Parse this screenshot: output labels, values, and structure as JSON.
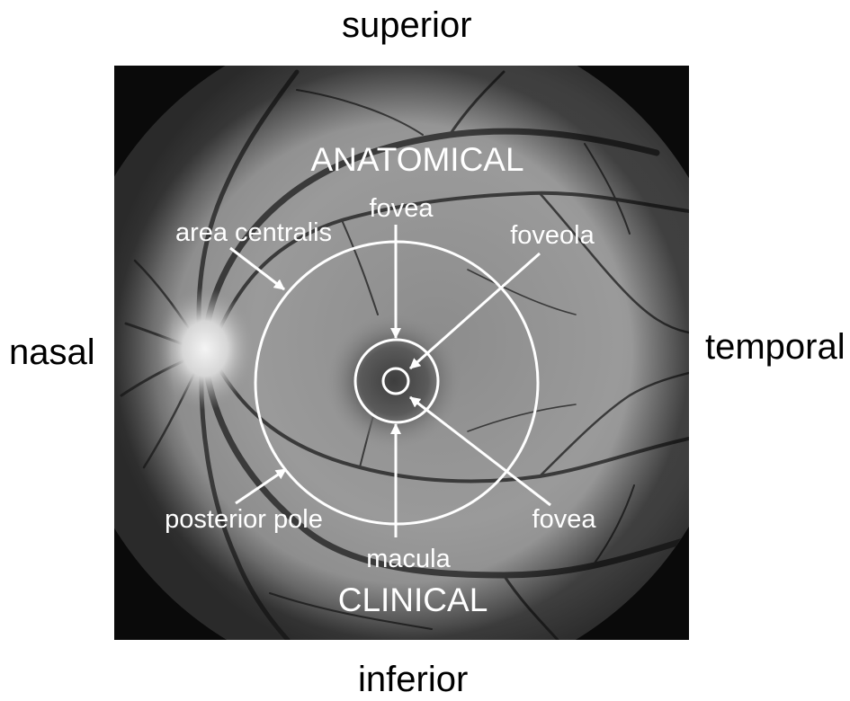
{
  "orientation": {
    "superior": "superior",
    "inferior": "inferior",
    "nasal": "nasal",
    "temporal": "temporal"
  },
  "diagram": {
    "anatomical_heading": "ANATOMICAL",
    "clinical_heading": "CLINICAL",
    "labels": {
      "area_centralis": "area centralis",
      "fovea_top": "fovea",
      "foveola": "foveola",
      "posterior_pole": "posterior pole",
      "fovea_bottom": "fovea",
      "macula": "macula"
    }
  },
  "colors": {
    "annotation": "#ffffff",
    "page_text": "#000000",
    "fundus_background": "#0a0a0a"
  }
}
